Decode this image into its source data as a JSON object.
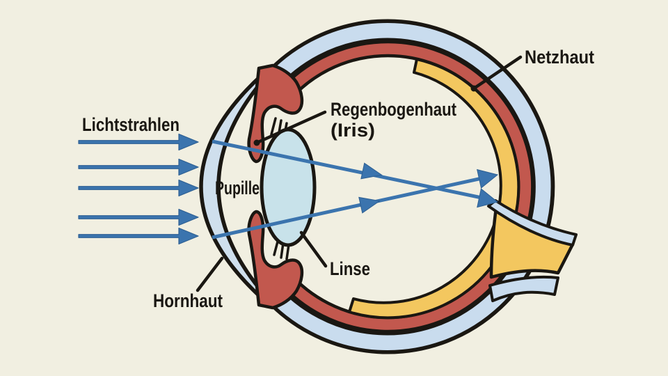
{
  "labels": {
    "light_rays": "Lichtstrahlen",
    "retina": "Netzhaut",
    "iris_line1": "Regenbogenhaut",
    "iris_line2": "(Iris)",
    "pupil": "Pupille",
    "lens": "Linse",
    "cornea": "Hornhaut"
  },
  "colors": {
    "background": "#f1efe1",
    "outline": "#1a1712",
    "ray_blue": "#3b74ae",
    "ray_blue_dark": "#2d5f92",
    "sclera_blue": "#c9dcee",
    "cornea_blue": "#cfdfed",
    "lens_blue": "#c8e2ea",
    "choroid_red": "#c2584e",
    "retina_yellow": "#f3c75f",
    "text": "#1a1712"
  }
}
